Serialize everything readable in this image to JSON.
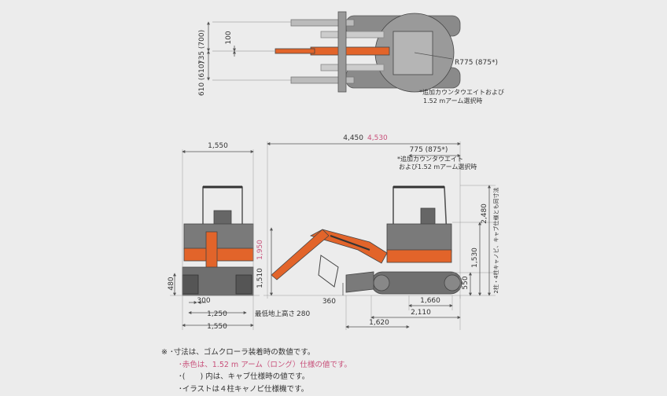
{
  "top_view": {
    "dim_track": "610 (610)",
    "dim_offset": "735 (700)",
    "dim_100": "100",
    "radius": "R775 (875*)",
    "note_line1": "*追加カウンタウエイトおよび",
    "note_line2": "1.52 mアーム選択時"
  },
  "front_view": {
    "width_top": "1,550",
    "height_480": "480",
    "dim_300": "300",
    "dim_1250": "1,250",
    "dim_1550": "1,550"
  },
  "side_view": {
    "length": "4,450",
    "length_red": "4,530",
    "tail": "775 (875*)",
    "tail_note1": "*追加カウンタウエイト",
    "tail_note2": "および1.52 mアーム選択時",
    "height": "2,480",
    "height_note": "2柱・4柱キャノピ、キャブ仕様とも同寸法",
    "cab_h": "1,530",
    "body_h": "550",
    "dump_h": "1,510",
    "dump_h_red": "1,950",
    "clearance_label": "最低地上高さ",
    "clearance_val": "280",
    "blade_h": "360",
    "tumbler": "1,660",
    "track_len": "2,110",
    "blade_dist": "1,620"
  },
  "notes": {
    "line1": "※ ･寸法は、ゴムクローラ装着時の数値です。",
    "line2": "･赤色は、1.52 m アーム（ロング）仕様の値です。",
    "line3": "･(　　) 内は、キャブ仕様時の値です。",
    "line4": "･イラストは４柱キャノピ仕様機です。"
  },
  "colors": {
    "background": "#ececec",
    "orange": "#e2642a",
    "machine_gray": "#6f6f6f",
    "dim_line": "#555555",
    "red_text": "#c8507a"
  }
}
